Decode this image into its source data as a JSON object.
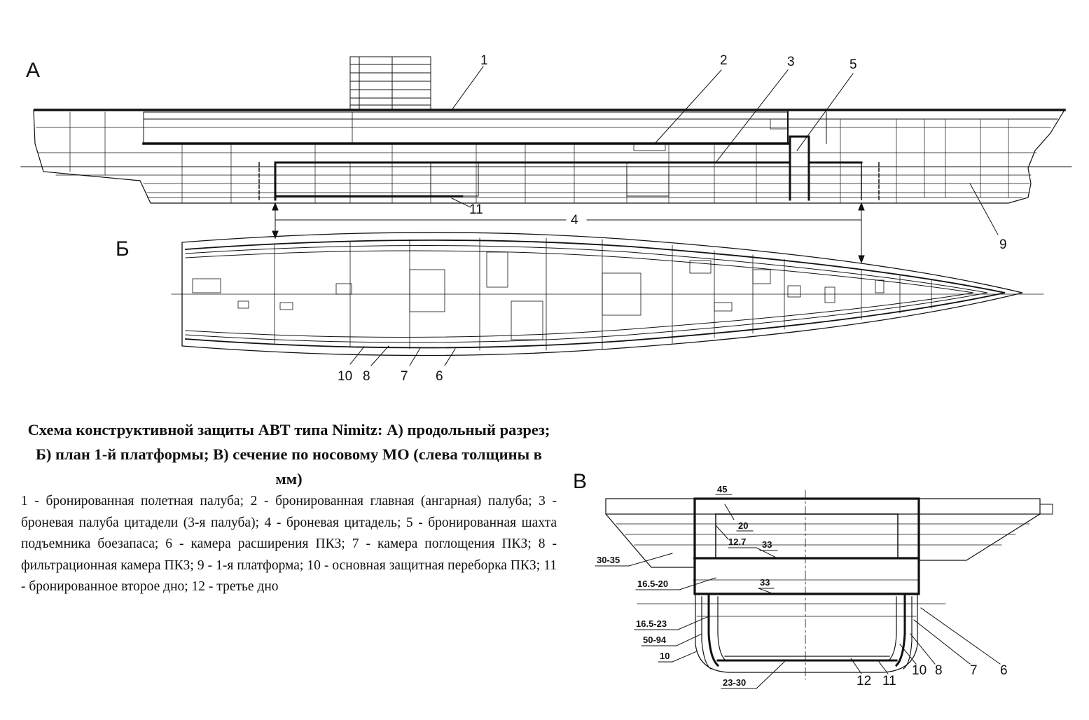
{
  "panels": {
    "a": "А",
    "b": "Б",
    "v": "В"
  },
  "callouts_a": [
    "1",
    "2",
    "3",
    "5",
    "11",
    "4",
    "9"
  ],
  "callouts_b": [
    "10",
    "8",
    "7",
    "6"
  ],
  "callouts_v": [
    "10",
    "8",
    "7",
    "6",
    "12",
    "11"
  ],
  "thicknesses": {
    "t45": "45",
    "t20": "20",
    "t12_7": "12.7",
    "t33a": "33",
    "t30_35": "30-35",
    "t16_5_20": "16.5-20",
    "t33b": "33",
    "t16_5_23": "16.5-23",
    "t50_94": "50-94",
    "t10": "10",
    "t23_30": "23-30"
  },
  "caption": {
    "title": "Схема конструктивной защиты АВТ типа Nimitz: А) продольный разрез; Б) план 1-й платформы; В) сечение по носовому МО (слева толщины в мм)",
    "legend": "1 - бронированная полетная палуба; 2 - бронированная главная (ангарная) палуба; 3 - броневая палуба цитадели (3-я палуба); 4 - броневая цитадель; 5 - бронированная шахта подъемника боезапаса; 6 - камера расширения ПКЗ; 7 - камера поглощения ПКЗ; 8 - фильтрационная камера ПКЗ; 9 - 1-я платформа; 10 - основная защитная переборка ПКЗ; 11 - бронированное второе дно; 12 - третье дно"
  }
}
